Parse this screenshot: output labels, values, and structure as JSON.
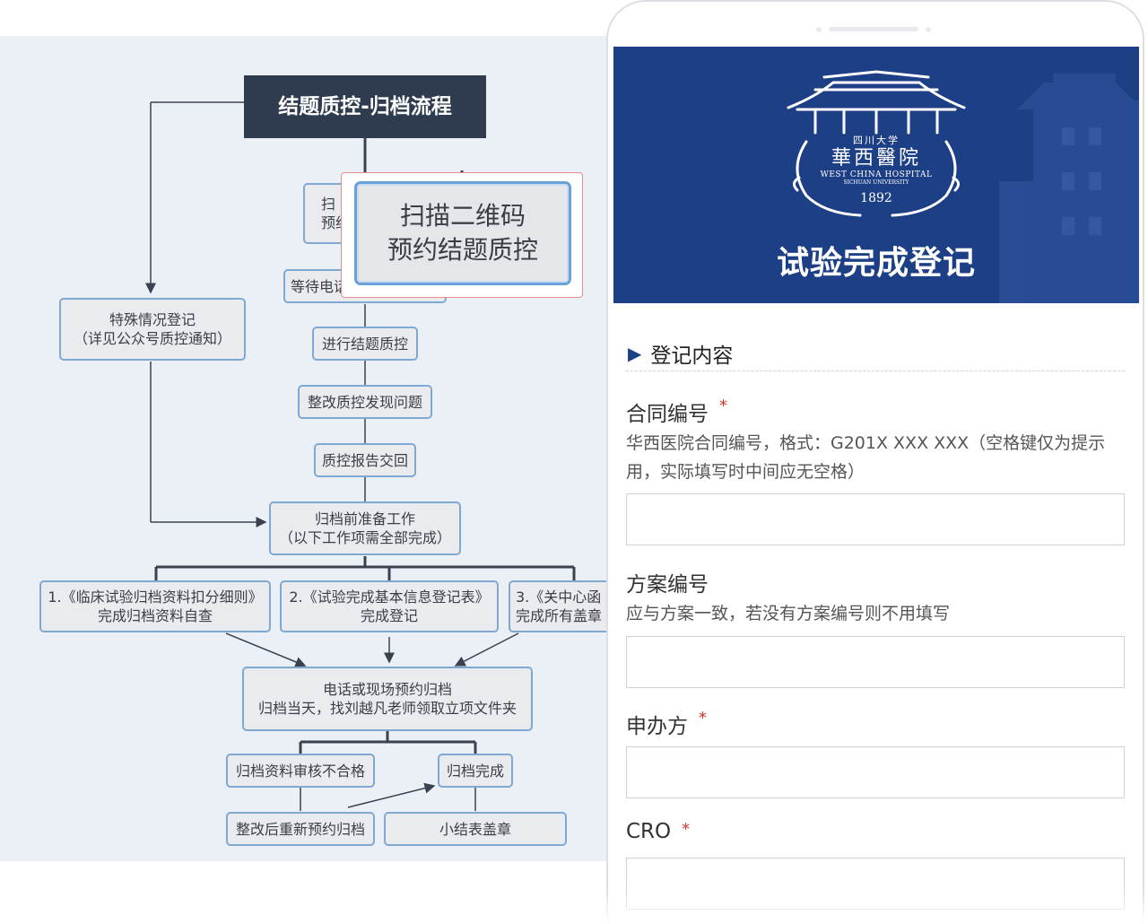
{
  "flowchart": {
    "title": "结题质控-归档流程",
    "nodes": {
      "scan_partial": [
        "扫",
        "预约"
      ],
      "wait_partial": "等待电话",
      "special": [
        "特殊情况登记",
        "（详见公众号质控通知）"
      ],
      "qc": "进行结题质控",
      "fix": "整改质控发现问题",
      "report": "质控报告交回",
      "prep": [
        "归档前准备工作",
        "（以下工作项需全部完成）"
      ],
      "item1": [
        "1.《临床试验归档资料扣分细则》",
        "完成归档资料自查"
      ],
      "item2": [
        "2.《试验完成基本信息登记表》",
        "完成登记"
      ],
      "item3": [
        "3.《关中心函",
        "完成所有盖章"
      ],
      "book": [
        "电话或现场预约归档",
        "归档当天，找刘越凡老师领取立项文件夹"
      ],
      "fail": "归档资料审核不合格",
      "done": "归档完成",
      "rebook": "整改后重新预约归档",
      "stamp": "小结表盖章"
    },
    "callout": [
      "扫描二维码",
      "预约结题质控"
    ]
  },
  "phone": {
    "logo": {
      "university": "四川大学",
      "hospital": "華西醫院",
      "english_1": "WEST CHINA HOSPITAL",
      "english_2": "SICHUAN UNIVERSITY",
      "year": "1892"
    },
    "banner_title": "试验完成登记",
    "section_label": "登记内容",
    "fields": [
      {
        "label": "合同编号",
        "required": true,
        "hint": "华西医院合同编号，格式：G201X XXX XXX（空格键仅为提示用，实际填写时中间应无空格）",
        "value": ""
      },
      {
        "label": "方案编号",
        "required": false,
        "hint": "应与方案一致，若没有方案编号则不用填写",
        "value": ""
      },
      {
        "label": "申办方",
        "required": true,
        "hint": "",
        "value": ""
      },
      {
        "label": "CRO",
        "required": true,
        "hint": "",
        "value": ""
      }
    ],
    "required_mark": "*"
  },
  "colors": {
    "banner": "#1d3f86",
    "title_box": "#2f3b4e",
    "node_border": "#7fa8d2",
    "flow_background": "#eaf0f6",
    "required": "#d0352b",
    "callout_border": "#e98c8e"
  }
}
